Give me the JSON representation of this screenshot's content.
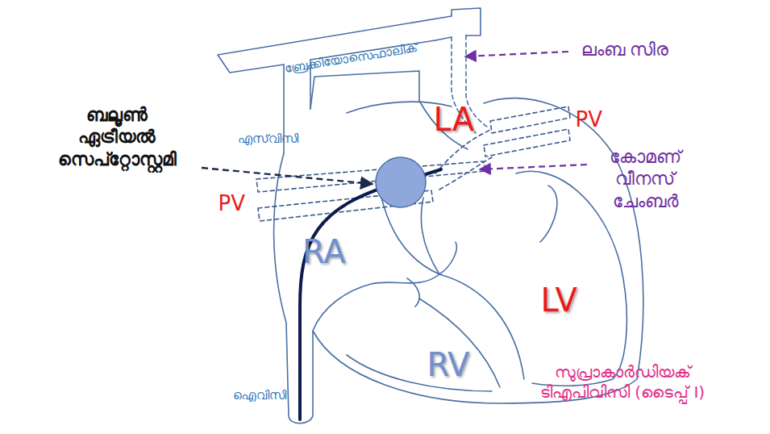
{
  "diagram": {
    "labels": [
      "ബ്രേക്കിയോസെഫാലിക്",
      "ലംബ സിര",
      "ബലൂൺ ഏട്രീയൽ സെപ്റ്റോസ്റ്റമി",
      "LA",
      "PV",
      "എസ്‌വിസി",
      "കോമണ് വീനസ് ചേംബർ",
      "PV",
      "RA",
      "LV",
      "RV",
      "സുപ്രാകാർഡിയക് ടിഎപിവിസി (ടൈപ്പ് I)",
      "ഐവിസി"
    ]
  }
}
